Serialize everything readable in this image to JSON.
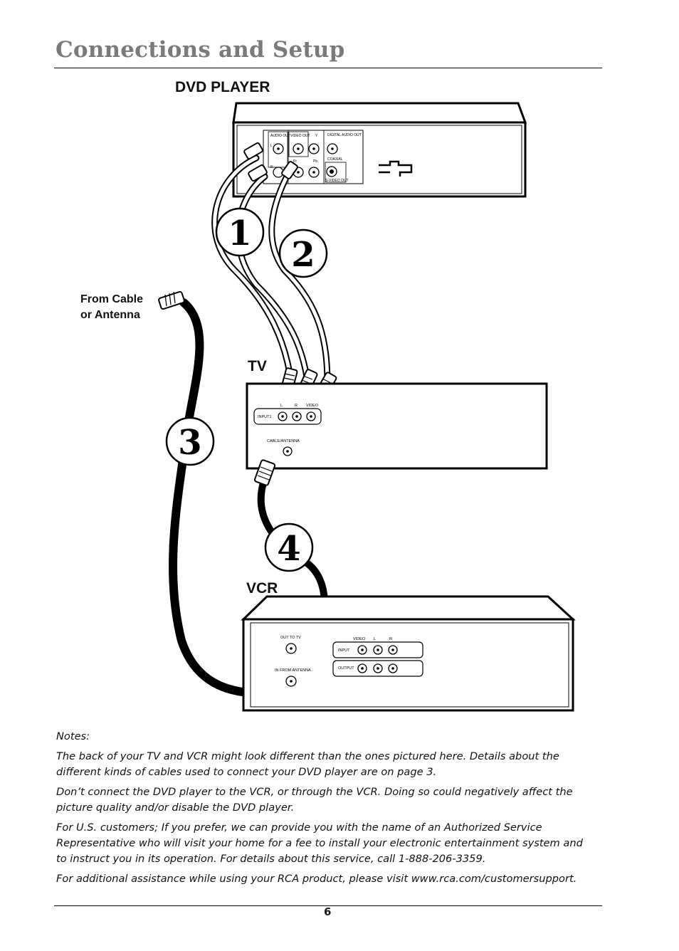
{
  "header": {
    "title": "Connections and Setup"
  },
  "labels": {
    "dvd_player": "DVD PLAYER",
    "tv": "TV",
    "vcr": "VCR",
    "from_cable_line1": "From Cable",
    "from_cable_line2": "or Antenna"
  },
  "steps": [
    "1",
    "2",
    "3",
    "4"
  ],
  "dvd_panel": {
    "audio_out": "AUDIO OUT",
    "video_out": "VIDEO OUT",
    "y": "Y",
    "pb": "Pb",
    "pr": "Pr",
    "l": "L",
    "r": "R",
    "digital_audio_out": "DIGITAL AUDIO OUT",
    "coaxial": "COAXIAL",
    "s_video_out": "S-VIDEO OUT"
  },
  "tv_panel": {
    "input1": "INPUT1",
    "l": "L",
    "r": "R",
    "video": "VIDEO",
    "cable_antenna": "CABLE/ANTENNA"
  },
  "vcr_panel": {
    "out_to_tv": "OUT TO TV",
    "in_from_antenna": "IN FROM ANTENNA",
    "video": "VIDEO",
    "l": "L",
    "r": "R",
    "input": "INPUT",
    "output": "OUTPUT"
  },
  "notes": {
    "heading": "Notes:",
    "p1": "The back of your TV and VCR might look different than the ones pictured here. Details about the different kinds of cables used to connect your DVD player are on page 3.",
    "p2": "Don’t connect the DVD player to the VCR, or through the VCR. Doing so could negatively affect the picture quality and/or disable the DVD player.",
    "p3": "For U.S. customers; If you prefer, we can provide you with the name of an Authorized Service Representative who will visit your home for a fee to install your electronic entertainment system and to instruct you in its operation. For details about this service, call 1-888-206-3359.",
    "p4": "For additional assistance while using your RCA product, please visit www.rca.com/customersupport."
  },
  "footer": {
    "page_number": "6"
  }
}
